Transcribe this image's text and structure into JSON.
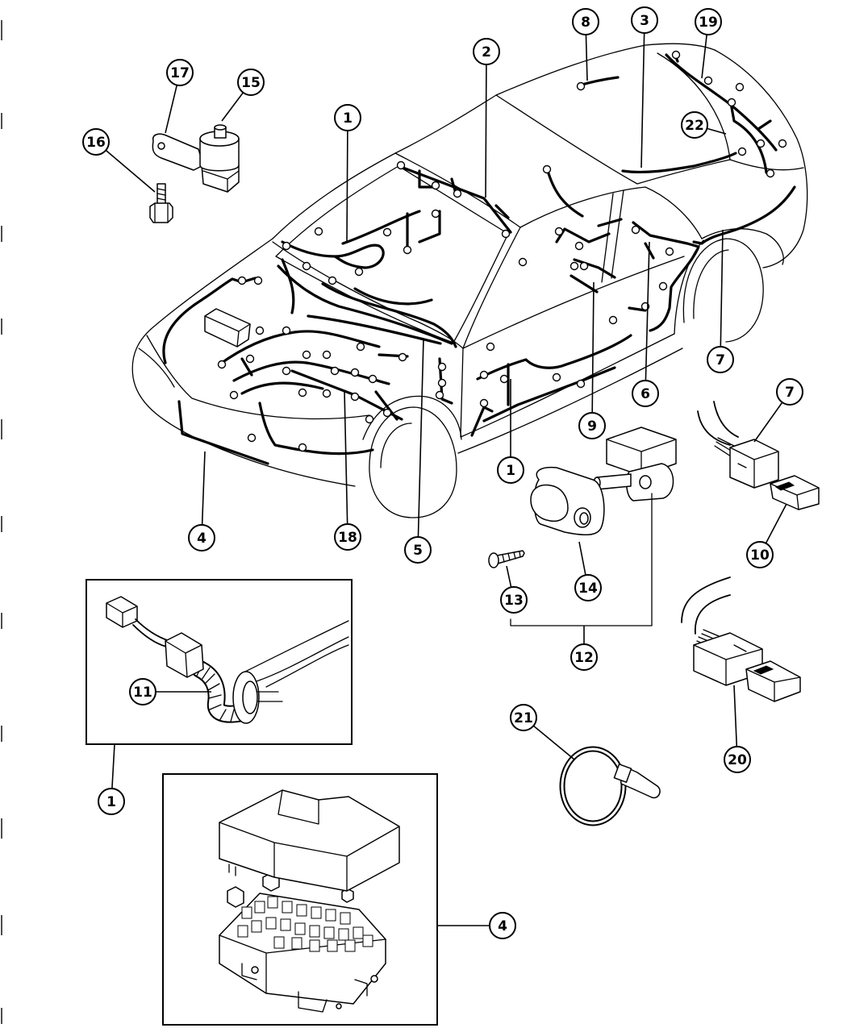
{
  "diagram": {
    "callouts": [
      "17",
      "15",
      "16",
      "1",
      "2",
      "8",
      "3",
      "19",
      "22",
      "7",
      "6",
      "9",
      "1",
      "7",
      "10",
      "4",
      "18",
      "5",
      "14",
      "13",
      "12",
      "11",
      "1",
      "21",
      "20",
      "4"
    ]
  }
}
